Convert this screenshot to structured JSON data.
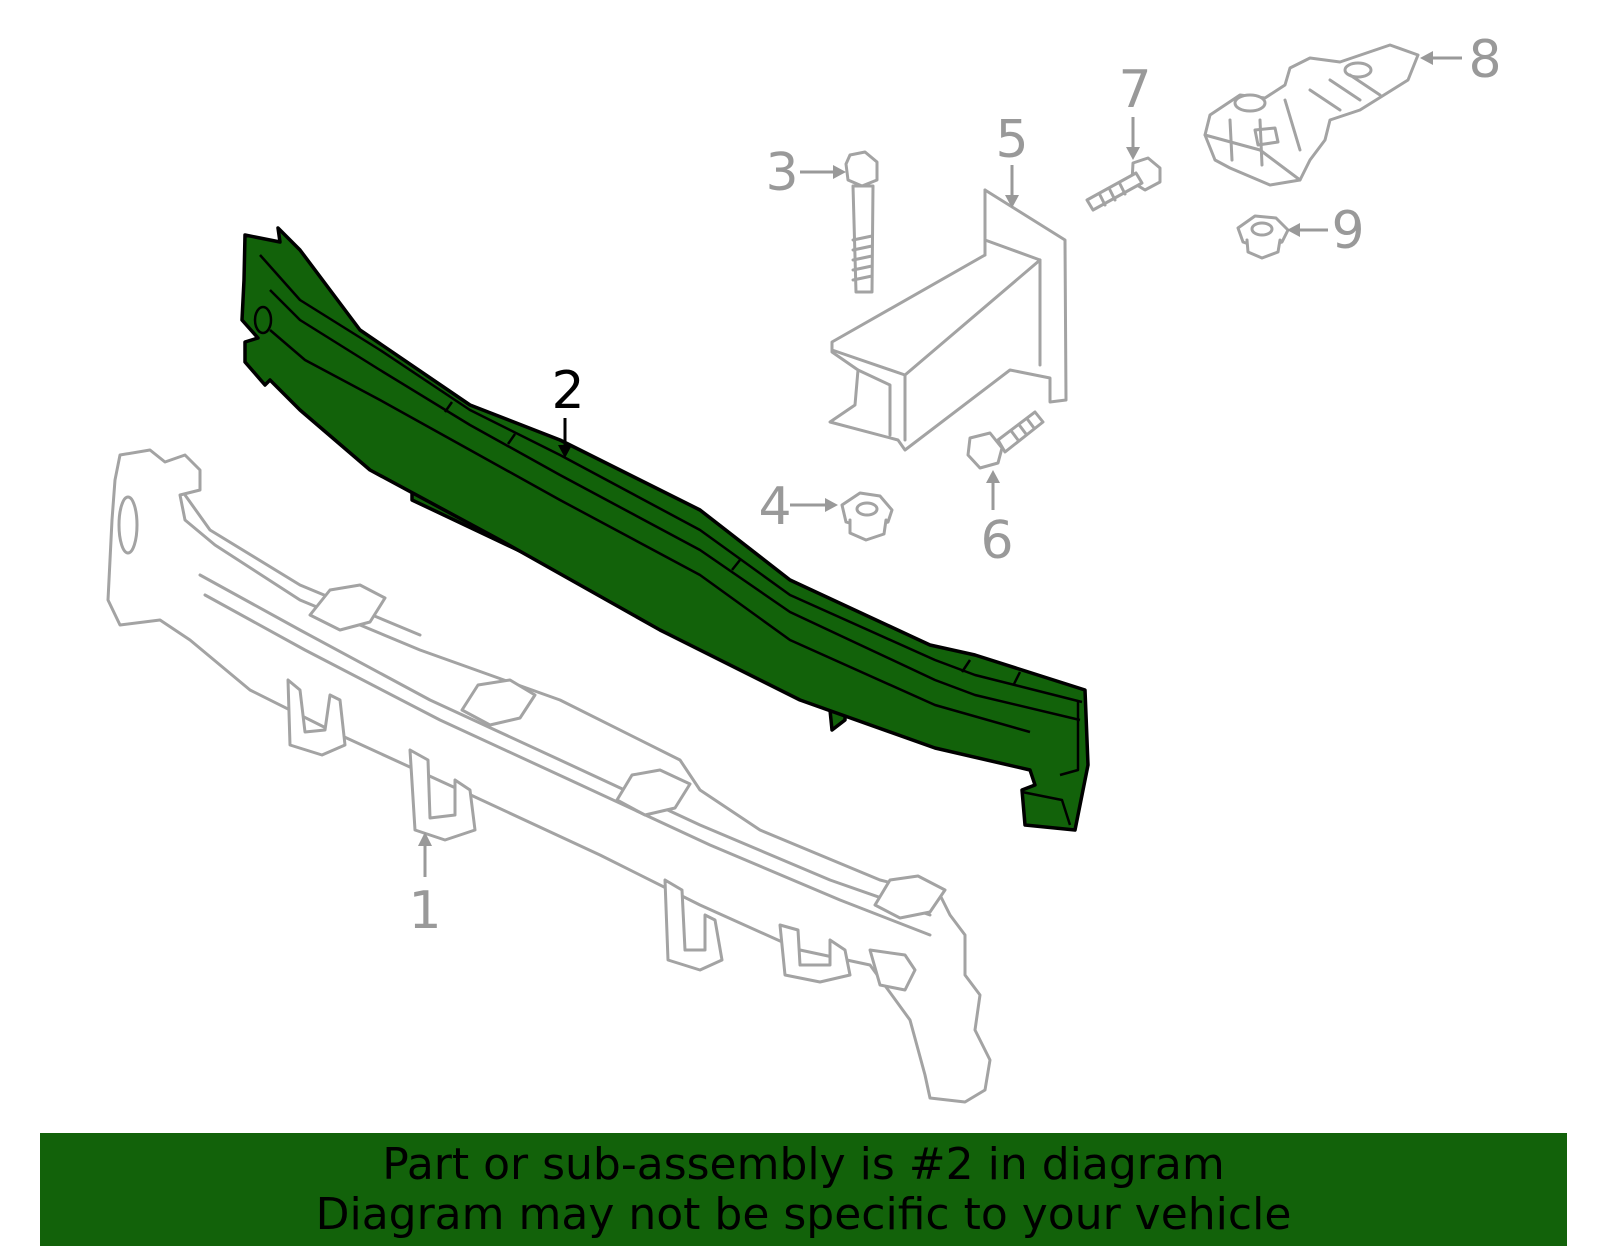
{
  "callouts": {
    "c1": "1",
    "c2": "2",
    "c3": "3",
    "c4": "4",
    "c5": "5",
    "c6": "6",
    "c7": "7",
    "c8": "8",
    "c9": "9"
  },
  "highlight": {
    "part_number": "2",
    "color": "#12620a"
  },
  "colors": {
    "outline_gray": "#a3a3a3",
    "label_gray": "#999999"
  },
  "banner": {
    "line1": "Part or sub-assembly is #2 in diagram",
    "line2": "Diagram may not be specific to your vehicle"
  }
}
